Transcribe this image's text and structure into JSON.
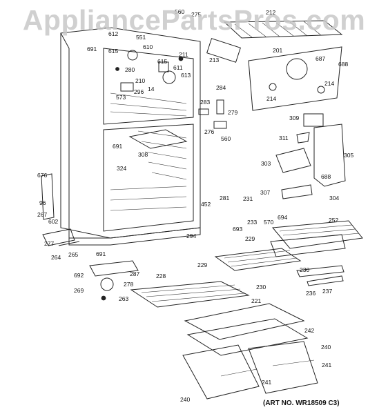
{
  "watermark": "AppliancePartsPros.com",
  "art_number": "(ART NO. WR18509 C3)",
  "callouts": [
    {
      "id": "560a",
      "text": "560"
    },
    {
      "id": "275",
      "text": "275"
    },
    {
      "id": "212",
      "text": "212"
    },
    {
      "id": "612",
      "text": "612"
    },
    {
      "id": "551",
      "text": "551"
    },
    {
      "id": "691a",
      "text": "691"
    },
    {
      "id": "615a",
      "text": "615"
    },
    {
      "id": "610",
      "text": "610"
    },
    {
      "id": "213",
      "text": "213"
    },
    {
      "id": "201",
      "text": "201"
    },
    {
      "id": "688a",
      "text": "688"
    },
    {
      "id": "211",
      "text": "211"
    },
    {
      "id": "615b",
      "text": "615"
    },
    {
      "id": "687",
      "text": "687"
    },
    {
      "id": "280",
      "text": "280"
    },
    {
      "id": "611",
      "text": "611"
    },
    {
      "id": "613",
      "text": "613"
    },
    {
      "id": "210",
      "text": "210"
    },
    {
      "id": "214a",
      "text": "214"
    },
    {
      "id": "214b",
      "text": "214"
    },
    {
      "id": "573",
      "text": "573"
    },
    {
      "id": "296",
      "text": "296"
    },
    {
      "id": "14",
      "text": "14"
    },
    {
      "id": "284",
      "text": "284"
    },
    {
      "id": "283",
      "text": "283"
    },
    {
      "id": "279",
      "text": "279"
    },
    {
      "id": "309",
      "text": "309"
    },
    {
      "id": "276",
      "text": "276"
    },
    {
      "id": "560b",
      "text": "560"
    },
    {
      "id": "311",
      "text": "311"
    },
    {
      "id": "691b",
      "text": "691"
    },
    {
      "id": "308",
      "text": "308"
    },
    {
      "id": "305",
      "text": "305"
    },
    {
      "id": "324",
      "text": "324"
    },
    {
      "id": "303",
      "text": "303"
    },
    {
      "id": "688b",
      "text": "688"
    },
    {
      "id": "676",
      "text": "676"
    },
    {
      "id": "96",
      "text": "96"
    },
    {
      "id": "307",
      "text": "307"
    },
    {
      "id": "304",
      "text": "304"
    },
    {
      "id": "281",
      "text": "281"
    },
    {
      "id": "231",
      "text": "231"
    },
    {
      "id": "267",
      "text": "267"
    },
    {
      "id": "452",
      "text": "452"
    },
    {
      "id": "233",
      "text": "233"
    },
    {
      "id": "570",
      "text": "570"
    },
    {
      "id": "694",
      "text": "694"
    },
    {
      "id": "252",
      "text": "252"
    },
    {
      "id": "602",
      "text": "602"
    },
    {
      "id": "693",
      "text": "693"
    },
    {
      "id": "294",
      "text": "294"
    },
    {
      "id": "229a",
      "text": "229"
    },
    {
      "id": "277",
      "text": "277"
    },
    {
      "id": "265",
      "text": "265"
    },
    {
      "id": "264",
      "text": "264"
    },
    {
      "id": "691c",
      "text": "691"
    },
    {
      "id": "229b",
      "text": "229"
    },
    {
      "id": "230a",
      "text": "230"
    },
    {
      "id": "692",
      "text": "692"
    },
    {
      "id": "287",
      "text": "287"
    },
    {
      "id": "228",
      "text": "228"
    },
    {
      "id": "230b",
      "text": "230"
    },
    {
      "id": "278",
      "text": "278"
    },
    {
      "id": "236",
      "text": "236"
    },
    {
      "id": "237",
      "text": "237"
    },
    {
      "id": "269",
      "text": "269"
    },
    {
      "id": "263",
      "text": "263"
    },
    {
      "id": "221",
      "text": "221"
    },
    {
      "id": "242",
      "text": "242"
    },
    {
      "id": "240a",
      "text": "240"
    },
    {
      "id": "241a",
      "text": "241"
    },
    {
      "id": "241b",
      "text": "241"
    },
    {
      "id": "240b",
      "text": "240"
    }
  ]
}
